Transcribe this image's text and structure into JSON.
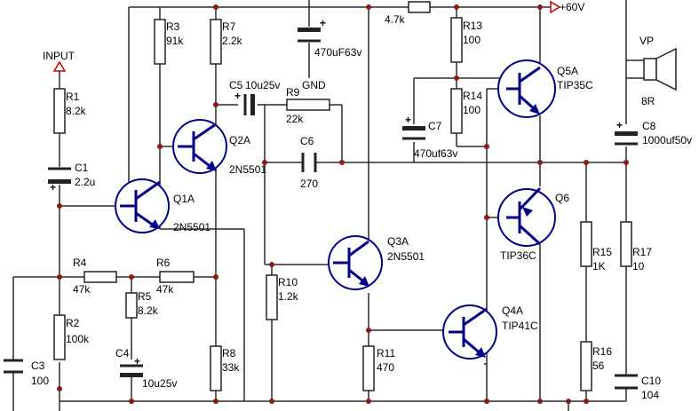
{
  "input": {
    "label": "INPUT"
  },
  "supply": {
    "label": "+60V"
  },
  "ground": {
    "label": "GND"
  },
  "speaker": {
    "ref": "VP",
    "value": "8R"
  },
  "resistors": {
    "R1": {
      "ref": "R1",
      "value": "8.2k"
    },
    "R2": {
      "ref": "R2",
      "value": "100k"
    },
    "R3": {
      "ref": "R3",
      "value": "91k"
    },
    "R4": {
      "ref": "R4",
      "value": "47k"
    },
    "R5": {
      "ref": "R5",
      "value": "8.2k"
    },
    "R6": {
      "ref": "R6",
      "value": "47k"
    },
    "R7": {
      "ref": "R7",
      "value": "2.2k"
    },
    "R8": {
      "ref": "R8",
      "value": "33k"
    },
    "R9": {
      "ref": "R9",
      "value": "22k"
    },
    "R10": {
      "ref": "R10",
      "value": "1.2k"
    },
    "R11": {
      "ref": "R11",
      "value": "470"
    },
    "R12": {
      "ref": "",
      "value": "4.7k"
    },
    "R13": {
      "ref": "R13",
      "value": "100"
    },
    "R14": {
      "ref": "R14",
      "value": "100"
    },
    "R15": {
      "ref": "R15",
      "value": "1K"
    },
    "R16": {
      "ref": "R16",
      "value": "56"
    },
    "R17": {
      "ref": "R17",
      "value": "10"
    }
  },
  "capacitors": {
    "C1": {
      "ref": "C1",
      "value": "2.2u"
    },
    "C3": {
      "ref": "C3",
      "value": "100"
    },
    "C4": {
      "ref": "C4",
      "value": "10u25v"
    },
    "C5": {
      "ref": "C5",
      "value": "10u25v"
    },
    "C6": {
      "ref": "C6",
      "value": "270"
    },
    "C7": {
      "ref": "C7",
      "value": "470uf63v"
    },
    "C8": {
      "ref": "C8",
      "value": "1000uf50v"
    },
    "C10": {
      "ref": "C10",
      "value": "104"
    },
    "CTOP": {
      "ref": "",
      "value": "470uF63v"
    }
  },
  "transistors": {
    "Q1A": {
      "ref": "Q1A",
      "part": "2N5501"
    },
    "Q2A": {
      "ref": "Q2A",
      "part": "2N5501"
    },
    "Q3A": {
      "ref": "Q3A",
      "part": "2N5501"
    },
    "Q4A": {
      "ref": "Q4A",
      "part": "TIP41C"
    },
    "Q5A": {
      "ref": "Q5A",
      "part": "TIP35C"
    },
    "Q6": {
      "ref": "Q6",
      "part": "TIP36C"
    }
  },
  "polarity": {
    "plus": "+"
  },
  "colors": {
    "wire": "#2a2a2a",
    "transistor": "#00008b",
    "junction": "#8b1a1a",
    "supply_arrow": "#cc0000"
  }
}
